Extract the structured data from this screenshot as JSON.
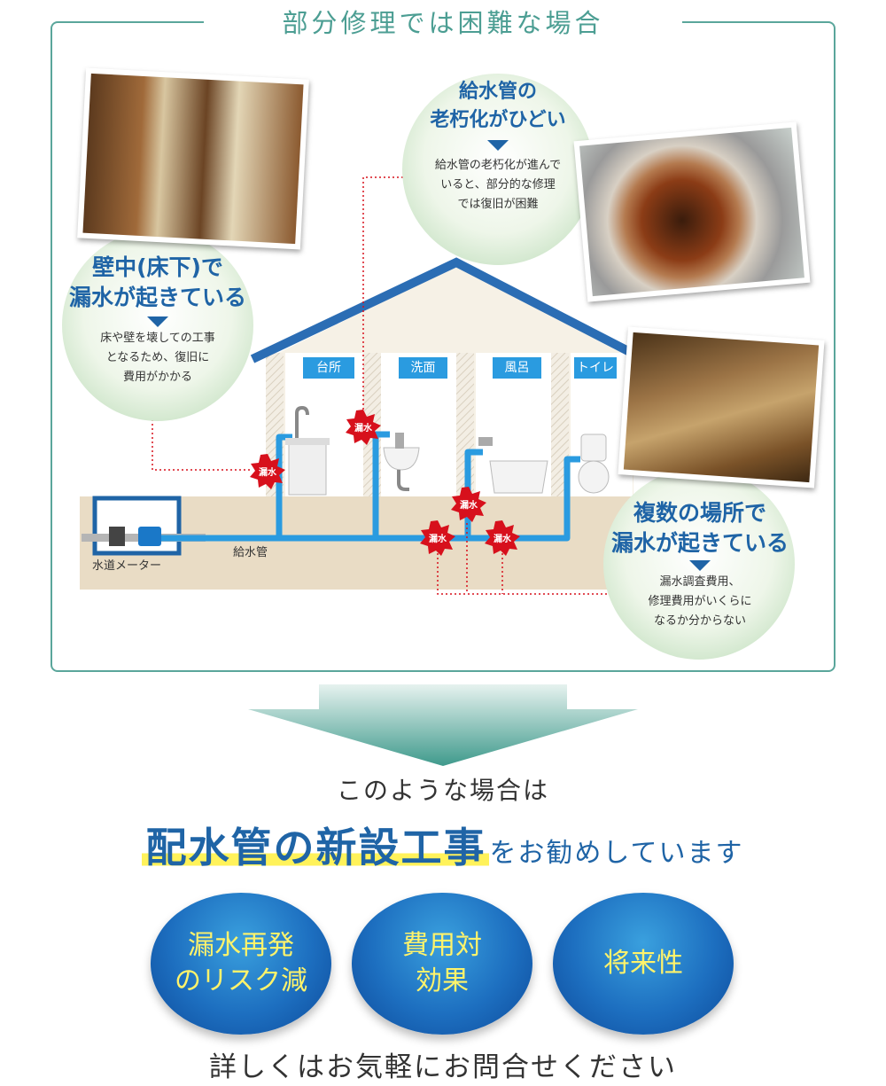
{
  "header": {
    "title": "部分修理では困難な場合"
  },
  "callouts": {
    "wall": {
      "title_1": "壁中(床下)で",
      "title_2": "漏水が起きている",
      "body_1": "床や壁を壊しての工事",
      "body_2": "となるため、復旧に",
      "body_3": "費用がかかる"
    },
    "aging": {
      "title_1": "給水管の",
      "title_2": "老朽化がひどい",
      "body_1": "給水管の老朽化が進んで",
      "body_2": "いると、部分的な修理",
      "body_3": "では復旧が困難"
    },
    "multi": {
      "title_1": "複数の場所で",
      "title_2": "漏水が起きている",
      "body_1": "漏水調査費用、",
      "body_2": "修理費用がいくらに",
      "body_3": "なるか分からない"
    }
  },
  "diagram": {
    "rooms": [
      "台所",
      "洗面",
      "風呂",
      "トイレ"
    ],
    "leak_label": "漏水",
    "meter_label": "水道メーター",
    "pipe_label": "給水管"
  },
  "recommendation": {
    "lead": "このような場合は",
    "highlight": "配水管の新設工事",
    "rest": "をお勧めしています"
  },
  "benefits": [
    "漏水再発\nのリスク減",
    "費用対\n効果",
    "将来性"
  ],
  "footer": {
    "text": "詳しくはお気軽にお問合せください"
  },
  "colors": {
    "frame": "#5aa69b",
    "accent_blue": "#1f64a6",
    "pipe": "#2a9be0",
    "leak_red": "#d7101c",
    "highlight_yellow": "#fff25a",
    "bubble_text": "#fff36b"
  }
}
